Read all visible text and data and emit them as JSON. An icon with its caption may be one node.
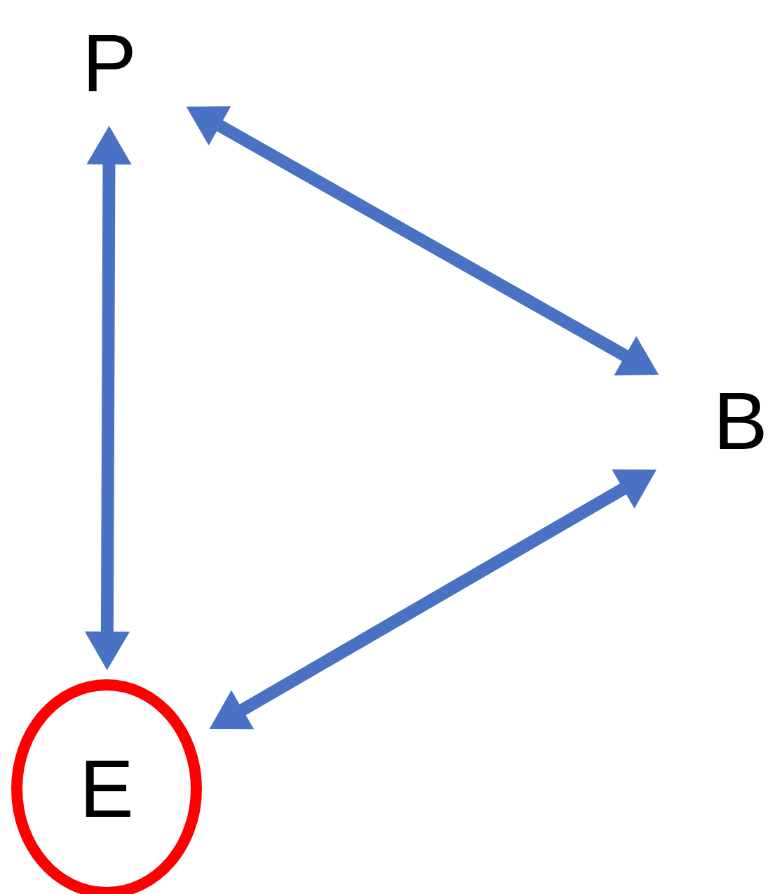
{
  "diagram": {
    "nodes": [
      {
        "text": [
          "P"
        ]
      },
      {
        "text": [
          "B"
        ]
      },
      {
        "text": [
          "E"
        ]
      }
    ],
    "edges": [
      {
        "from": 0,
        "to": 1,
        "arrow": "both"
      },
      {
        "from": 0,
        "to": 2,
        "arrow": "both"
      },
      {
        "from": 2,
        "to": 1,
        "arrow": "both"
      }
    ]
  }
}
